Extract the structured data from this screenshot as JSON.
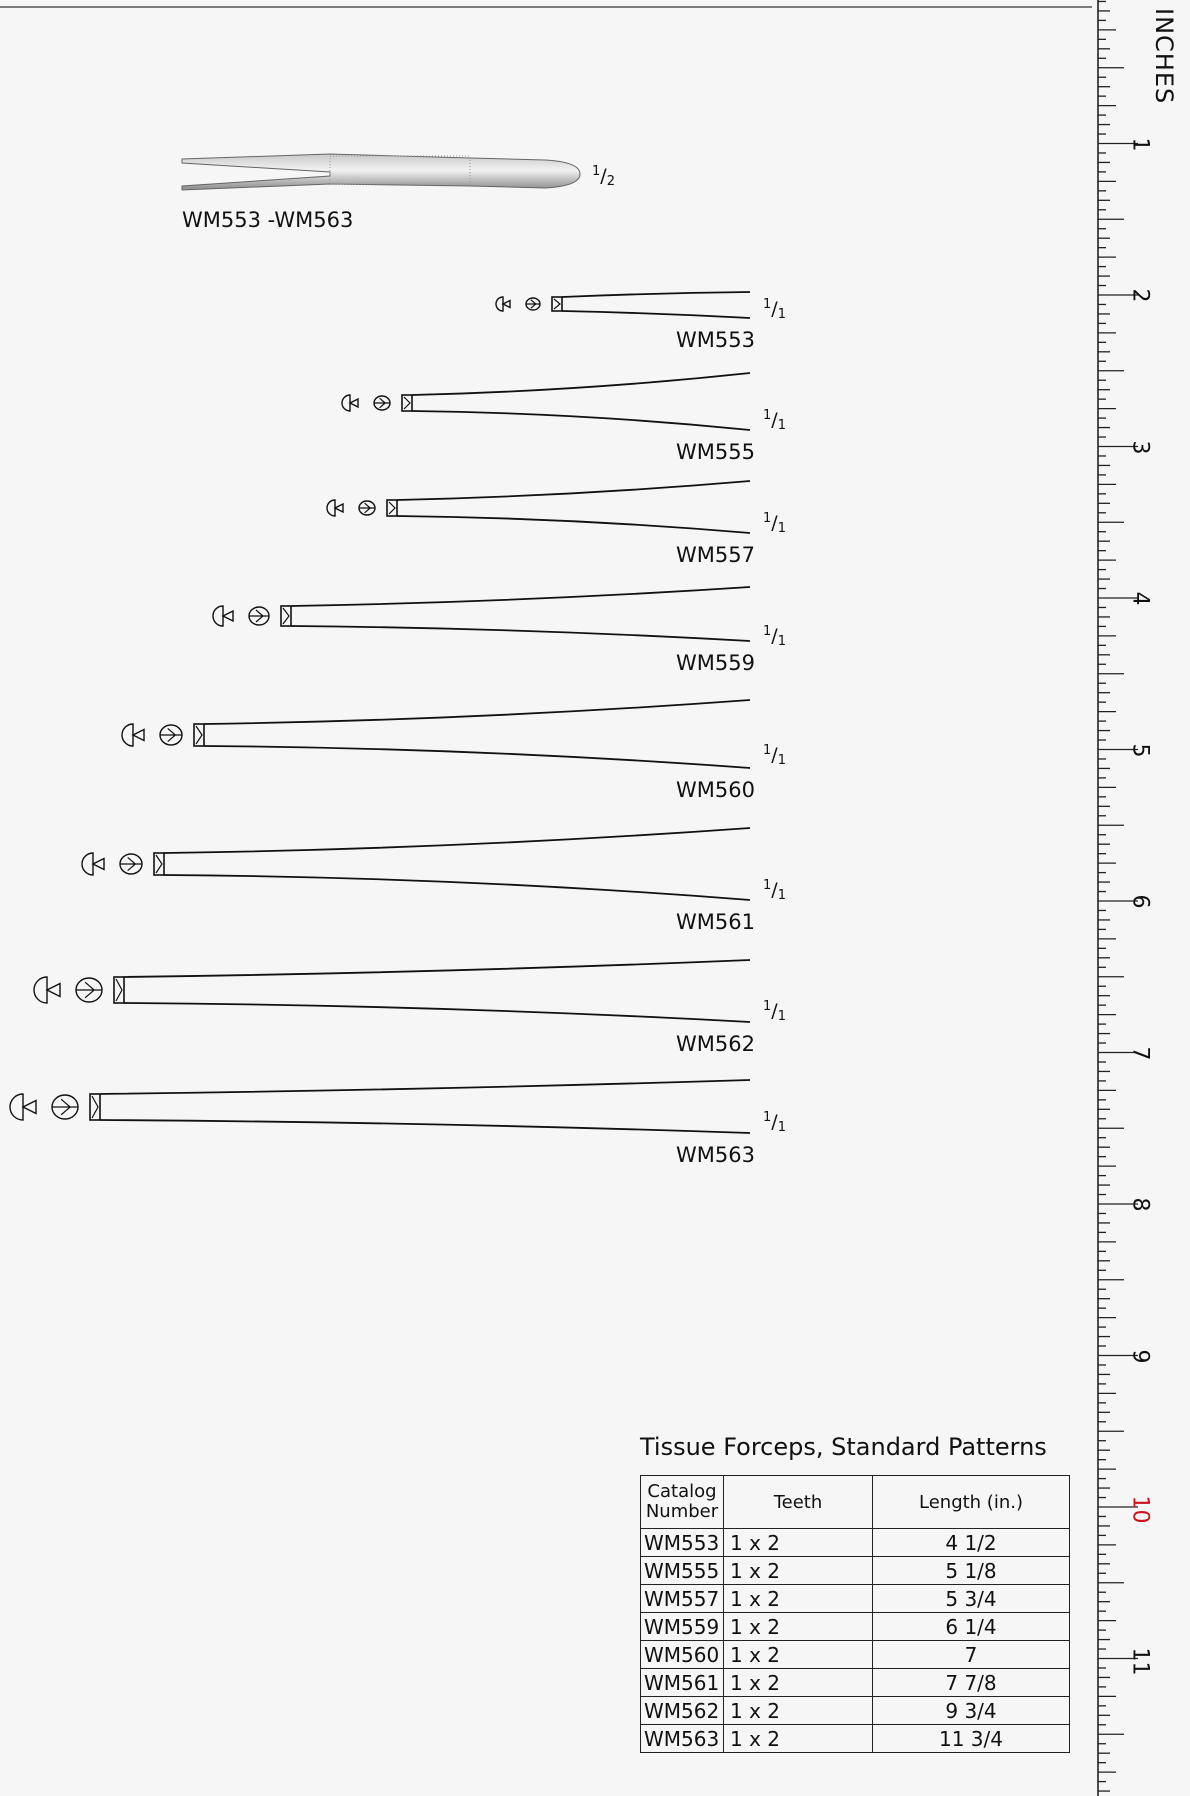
{
  "photo_caption": "WM553  -WM563",
  "photo_scale": {
    "num": "1",
    "den": "2"
  },
  "ruler": {
    "title": "INCHES",
    "numbers": [
      "1",
      "2",
      "3",
      "4",
      "5",
      "6",
      "7",
      "8",
      "9",
      "10",
      "11"
    ],
    "highlight_color": "#d0101a"
  },
  "instruments": [
    {
      "catalog": "WM553",
      "scale_num": "1",
      "scale_den": "1"
    },
    {
      "catalog": "WM555",
      "scale_num": "1",
      "scale_den": "1"
    },
    {
      "catalog": "WM557",
      "scale_num": "1",
      "scale_den": "1"
    },
    {
      "catalog": "WM559",
      "scale_num": "1",
      "scale_den": "1"
    },
    {
      "catalog": "WM560",
      "scale_num": "1",
      "scale_den": "1"
    },
    {
      "catalog": "WM561",
      "scale_num": "1",
      "scale_den": "1"
    },
    {
      "catalog": "WM562",
      "scale_num": "1",
      "scale_den": "1"
    },
    {
      "catalog": "WM563",
      "scale_num": "1",
      "scale_den": "1"
    }
  ],
  "table": {
    "title": "Tissue Forceps, Standard Patterns",
    "headers": [
      "Catalog Number",
      "Teeth",
      "Length (in.)"
    ],
    "rows": [
      [
        "WM553",
        "1 x 2",
        "4 1/2"
      ],
      [
        "WM555",
        "1 x 2",
        "5 1/8"
      ],
      [
        "WM557",
        "1 x 2",
        "5 3/4"
      ],
      [
        "WM559",
        "1 x 2",
        "6 1/4"
      ],
      [
        "WM560",
        "1 x 2",
        "7"
      ],
      [
        "WM561",
        "1 x 2",
        "7 7/8"
      ],
      [
        "WM562",
        "1 x 2",
        "9 3/4"
      ],
      [
        "WM563",
        "1 x 2",
        "11 3/4"
      ]
    ]
  }
}
